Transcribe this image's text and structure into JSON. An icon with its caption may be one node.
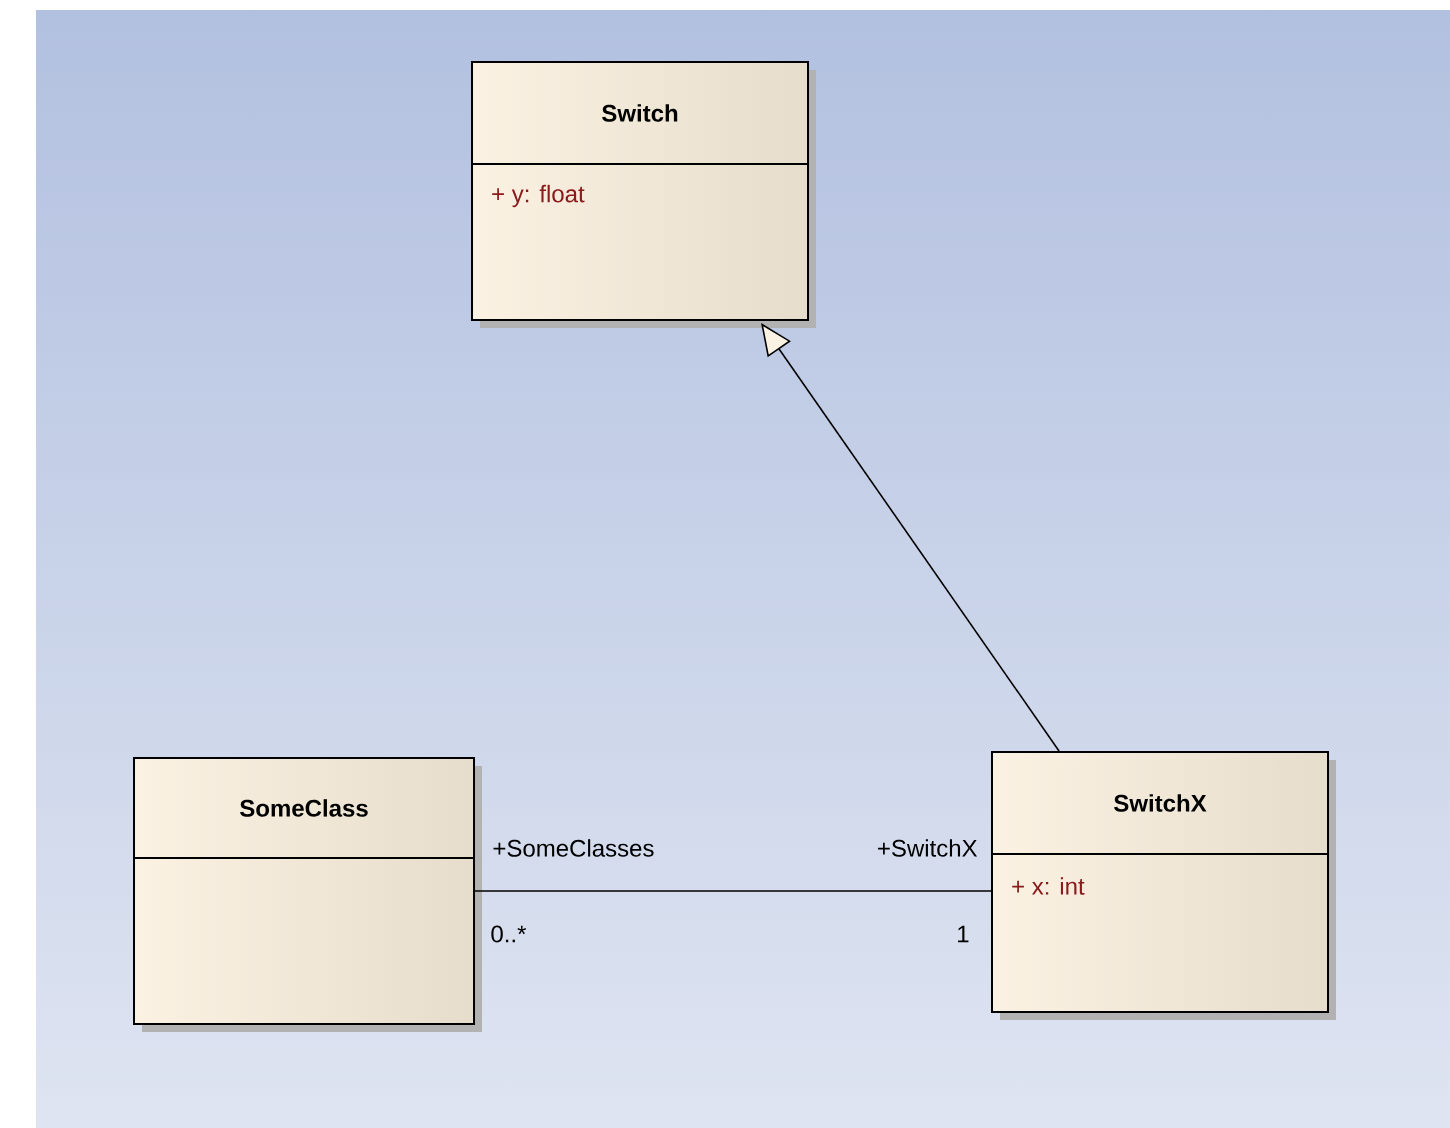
{
  "diagram": {
    "nodes": [
      {
        "text": [
          "Switch",
          "+ y: float"
        ]
      },
      {
        "text": [
          "SomeClass"
        ]
      },
      {
        "text": [
          "SwitchX",
          "+ x: int"
        ]
      }
    ],
    "edges": [
      {
        "from": 2,
        "to": 0,
        "arrow": "to"
      },
      {
        "from": 1,
        "to": 2,
        "arrow": "none"
      }
    ],
    "labels": [
      "+SomeClasses",
      "+SwitchX",
      "0..*",
      "1"
    ]
  }
}
